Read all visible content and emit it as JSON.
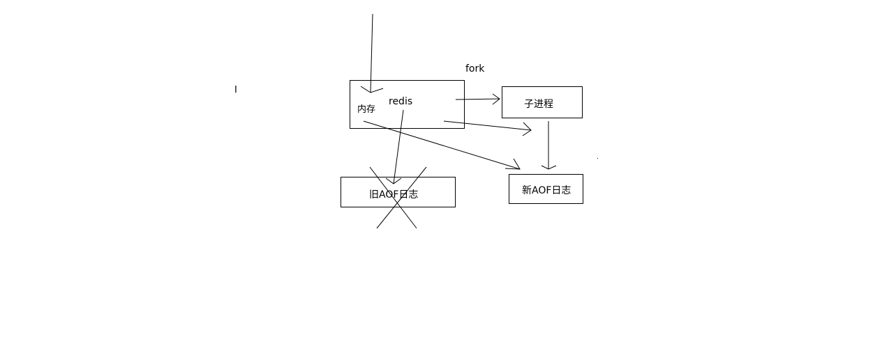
{
  "labels": {
    "fork": "fork",
    "redis": "redis",
    "memory": "内存",
    "child_process": "子进程",
    "old_aof": "旧AOF日志",
    "new_aof": "新AOF日志",
    "cursor_mark": "I"
  }
}
